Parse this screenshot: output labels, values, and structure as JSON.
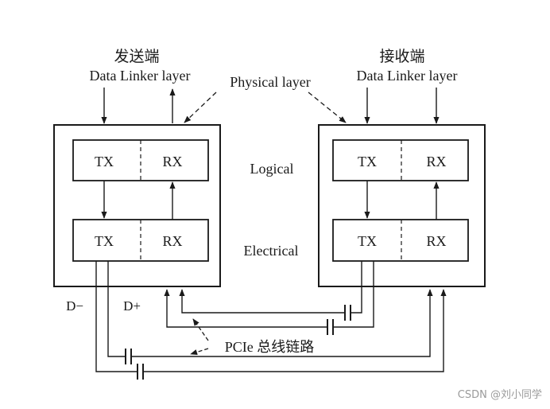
{
  "sender": {
    "title": "发送端",
    "layer": "Data Linker layer",
    "logical_tx": "TX",
    "logical_rx": "RX",
    "electrical_tx": "TX",
    "electrical_rx": "RX"
  },
  "receiver": {
    "title": "接收端",
    "layer": "Data Linker layer",
    "logical_tx": "TX",
    "logical_rx": "RX",
    "electrical_tx": "TX",
    "electrical_rx": "RX"
  },
  "physical_layer": "Physical layer",
  "logical": "Logical",
  "electrical": "Electrical",
  "d_minus": "D−",
  "d_plus": "D+",
  "bus": "PCIe 总线链路",
  "watermark": "CSDN @刘小同学"
}
